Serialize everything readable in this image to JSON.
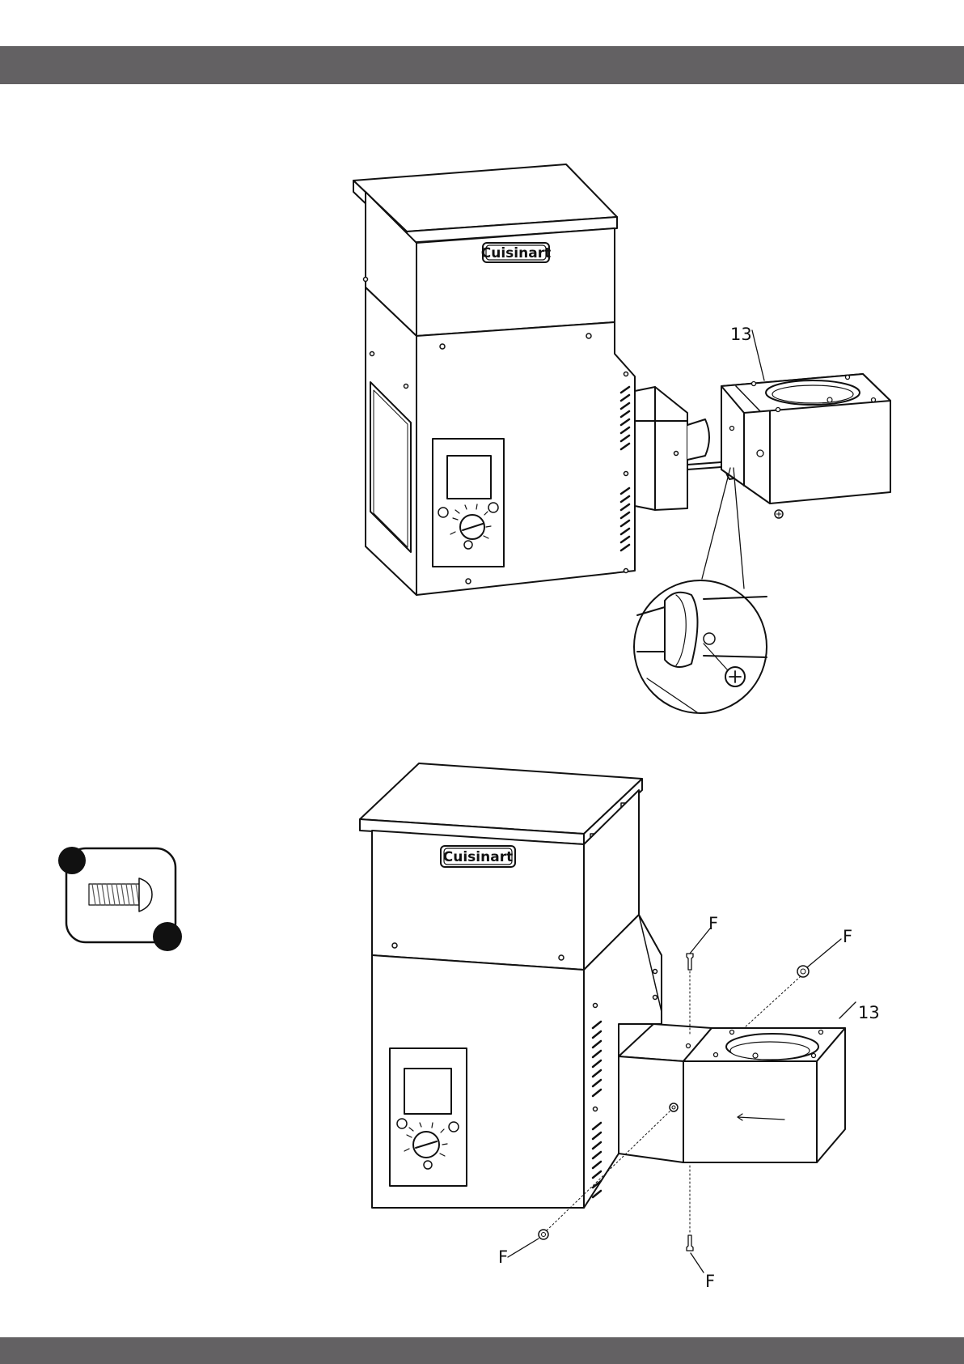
{
  "header_bar": {
    "color": "#636163"
  },
  "footer_bar": {
    "color": "#636163"
  },
  "figure_top": {
    "brand_label": "Cuisinart",
    "part_callout": "13"
  },
  "figure_bottom": {
    "brand_label": "Cuisinart",
    "part_callout": "13",
    "fastener_callouts": [
      "F",
      "F",
      "F",
      "F"
    ]
  },
  "hardware_panel": {
    "icon": "screw-icon"
  }
}
